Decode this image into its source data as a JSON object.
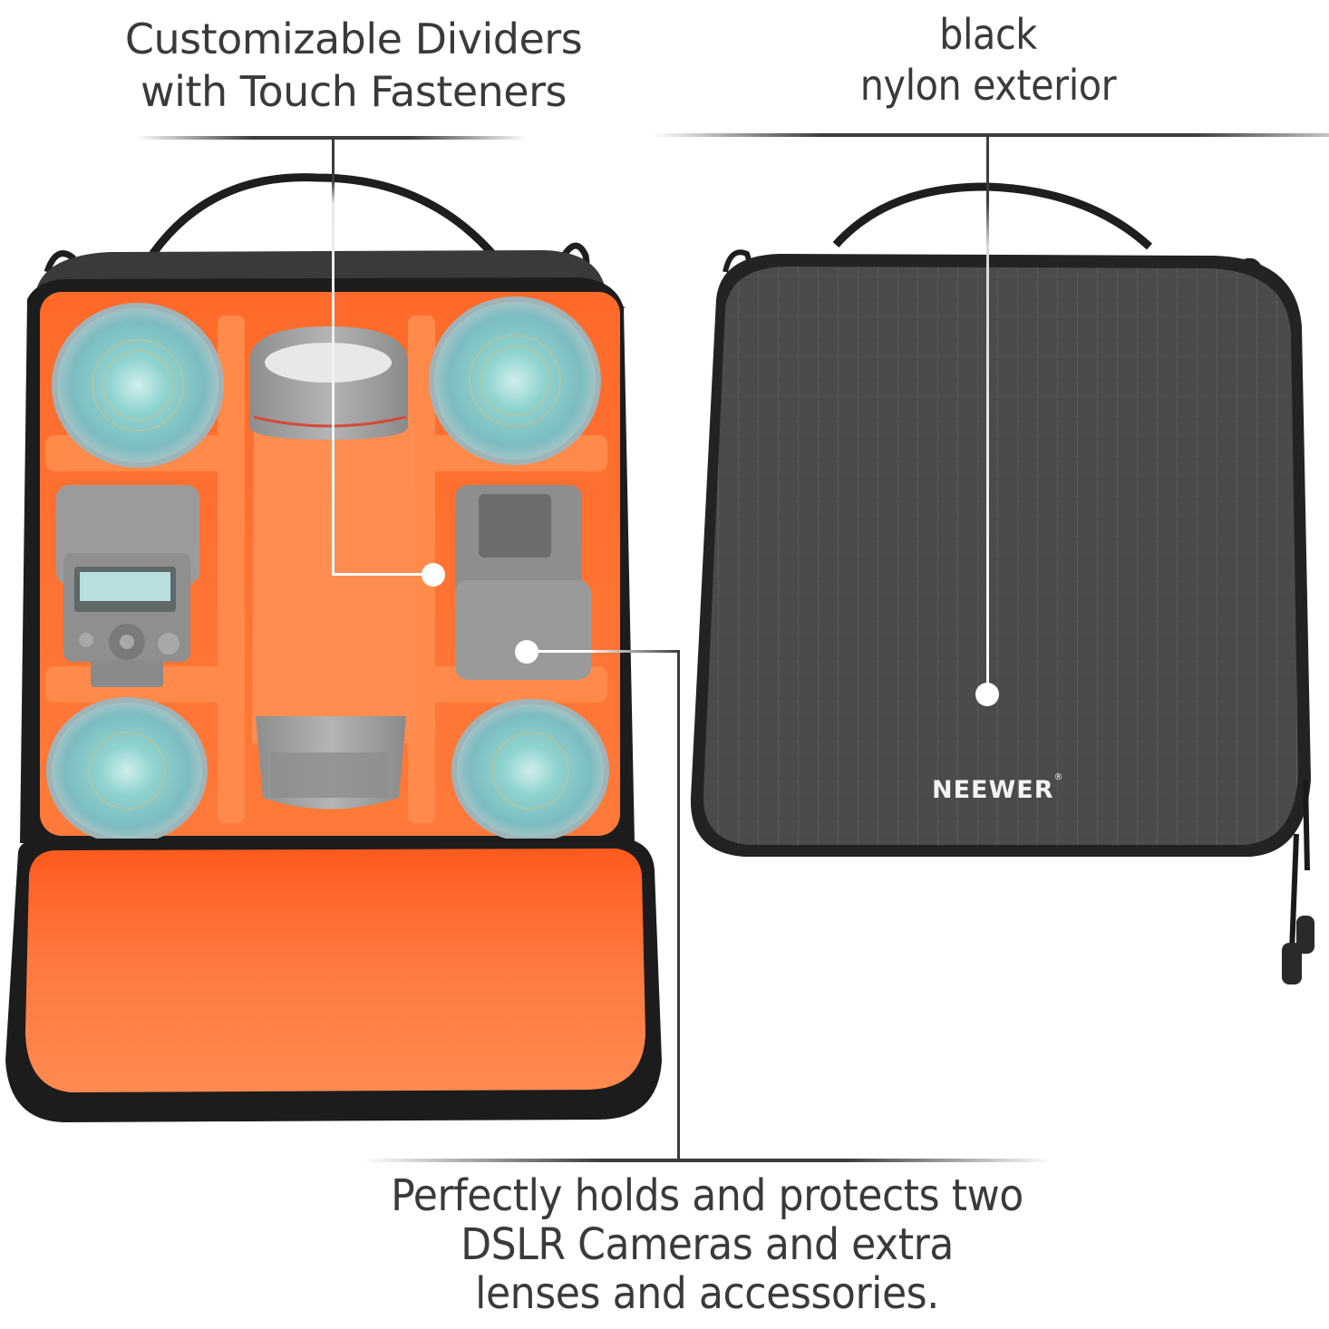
{
  "callouts": {
    "dividers": {
      "line1": "Customizable Dividers",
      "line2": "with Touch Fasteners"
    },
    "exterior": {
      "line1": "black",
      "line2": "nylon exterior"
    },
    "capacity": {
      "line1": "Perfectly holds and protects two",
      "line2": "DSLR Cameras and extra",
      "line3": "lenses and accessories."
    }
  },
  "product": {
    "brand_logo": "NEEWER",
    "registered_mark": "®",
    "interior_color": "#ff6a2a",
    "exterior_color": "#4a4a4a",
    "left_view": "open bag with padded dividers holding 4 lenses, 1 telephoto lens, 1 speedlite flash, 1 camera body",
    "right_view": "closed bag exterior"
  },
  "colors": {
    "text": "#3a3a3a",
    "rule": "#3c3c3c",
    "callout_dot": "#ffffff"
  }
}
